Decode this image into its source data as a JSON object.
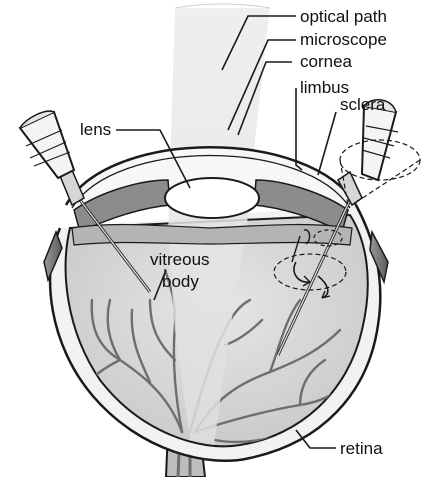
{
  "labels": {
    "optical_path": "optical path",
    "microscope": "microscope",
    "cornea": "cornea",
    "limbus": "limbus",
    "sclera": "sclera",
    "lens": "lens",
    "vitreous": "vitreous",
    "body": "body",
    "retina": "retina"
  },
  "colors": {
    "outline": "#1a1a1a",
    "vitreous_fill": "#cfcfcf",
    "lens_fill": "#ffffff",
    "iris_fill": "#8c8c8c",
    "light_beam": "#e6e6e6",
    "vessels": "#6e6e6e"
  }
}
